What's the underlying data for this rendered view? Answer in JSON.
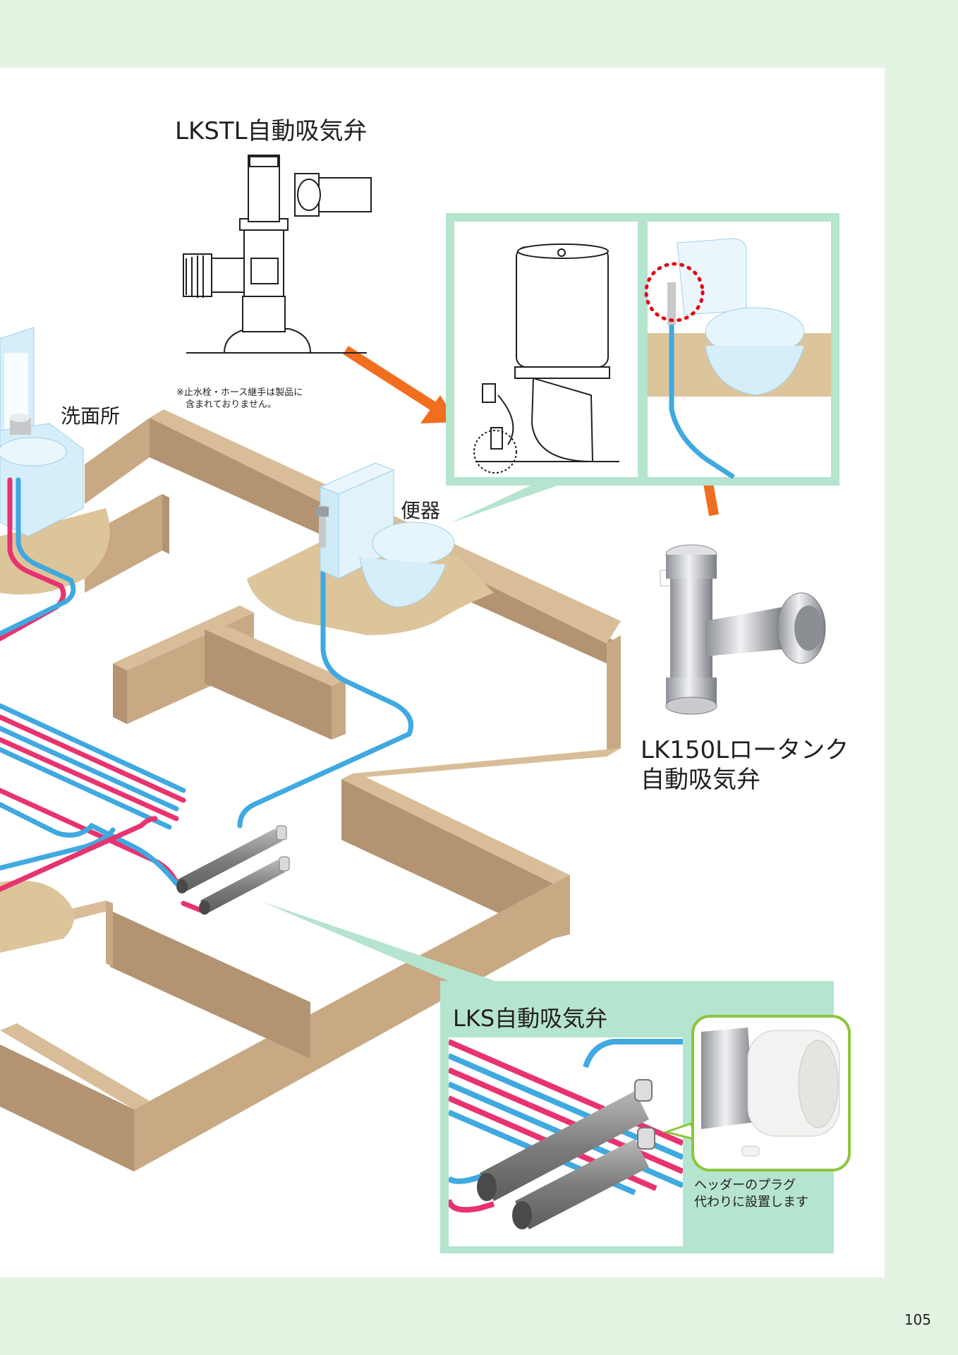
{
  "labels": {
    "lkstl": "LKSTL自動吸気弁",
    "senmenjo": "洗面所",
    "benki": "便器",
    "note_line1": "※止水栓・ホース継手は製品に",
    "note_line2": "　含まれておりません。",
    "lk150_line1": "LK150Lロータンク",
    "lk150_line2": "自動吸気弁",
    "lks": "LKS自動吸気弁",
    "header_line1": "ヘッダーのプラグ",
    "header_line2": "代わりに設置します"
  },
  "page_number": "105",
  "colors": {
    "page_bg": "#e3f4e2",
    "callout_green": "#b5e4cf",
    "wood_wall": "#c8a984",
    "floor": "#ddc59b",
    "hot_pipe": "#e8336f",
    "cold_pipe": "#3fa9e0",
    "arrow_orange": "#f06e1e",
    "plug_frame": "#8cc63f"
  }
}
